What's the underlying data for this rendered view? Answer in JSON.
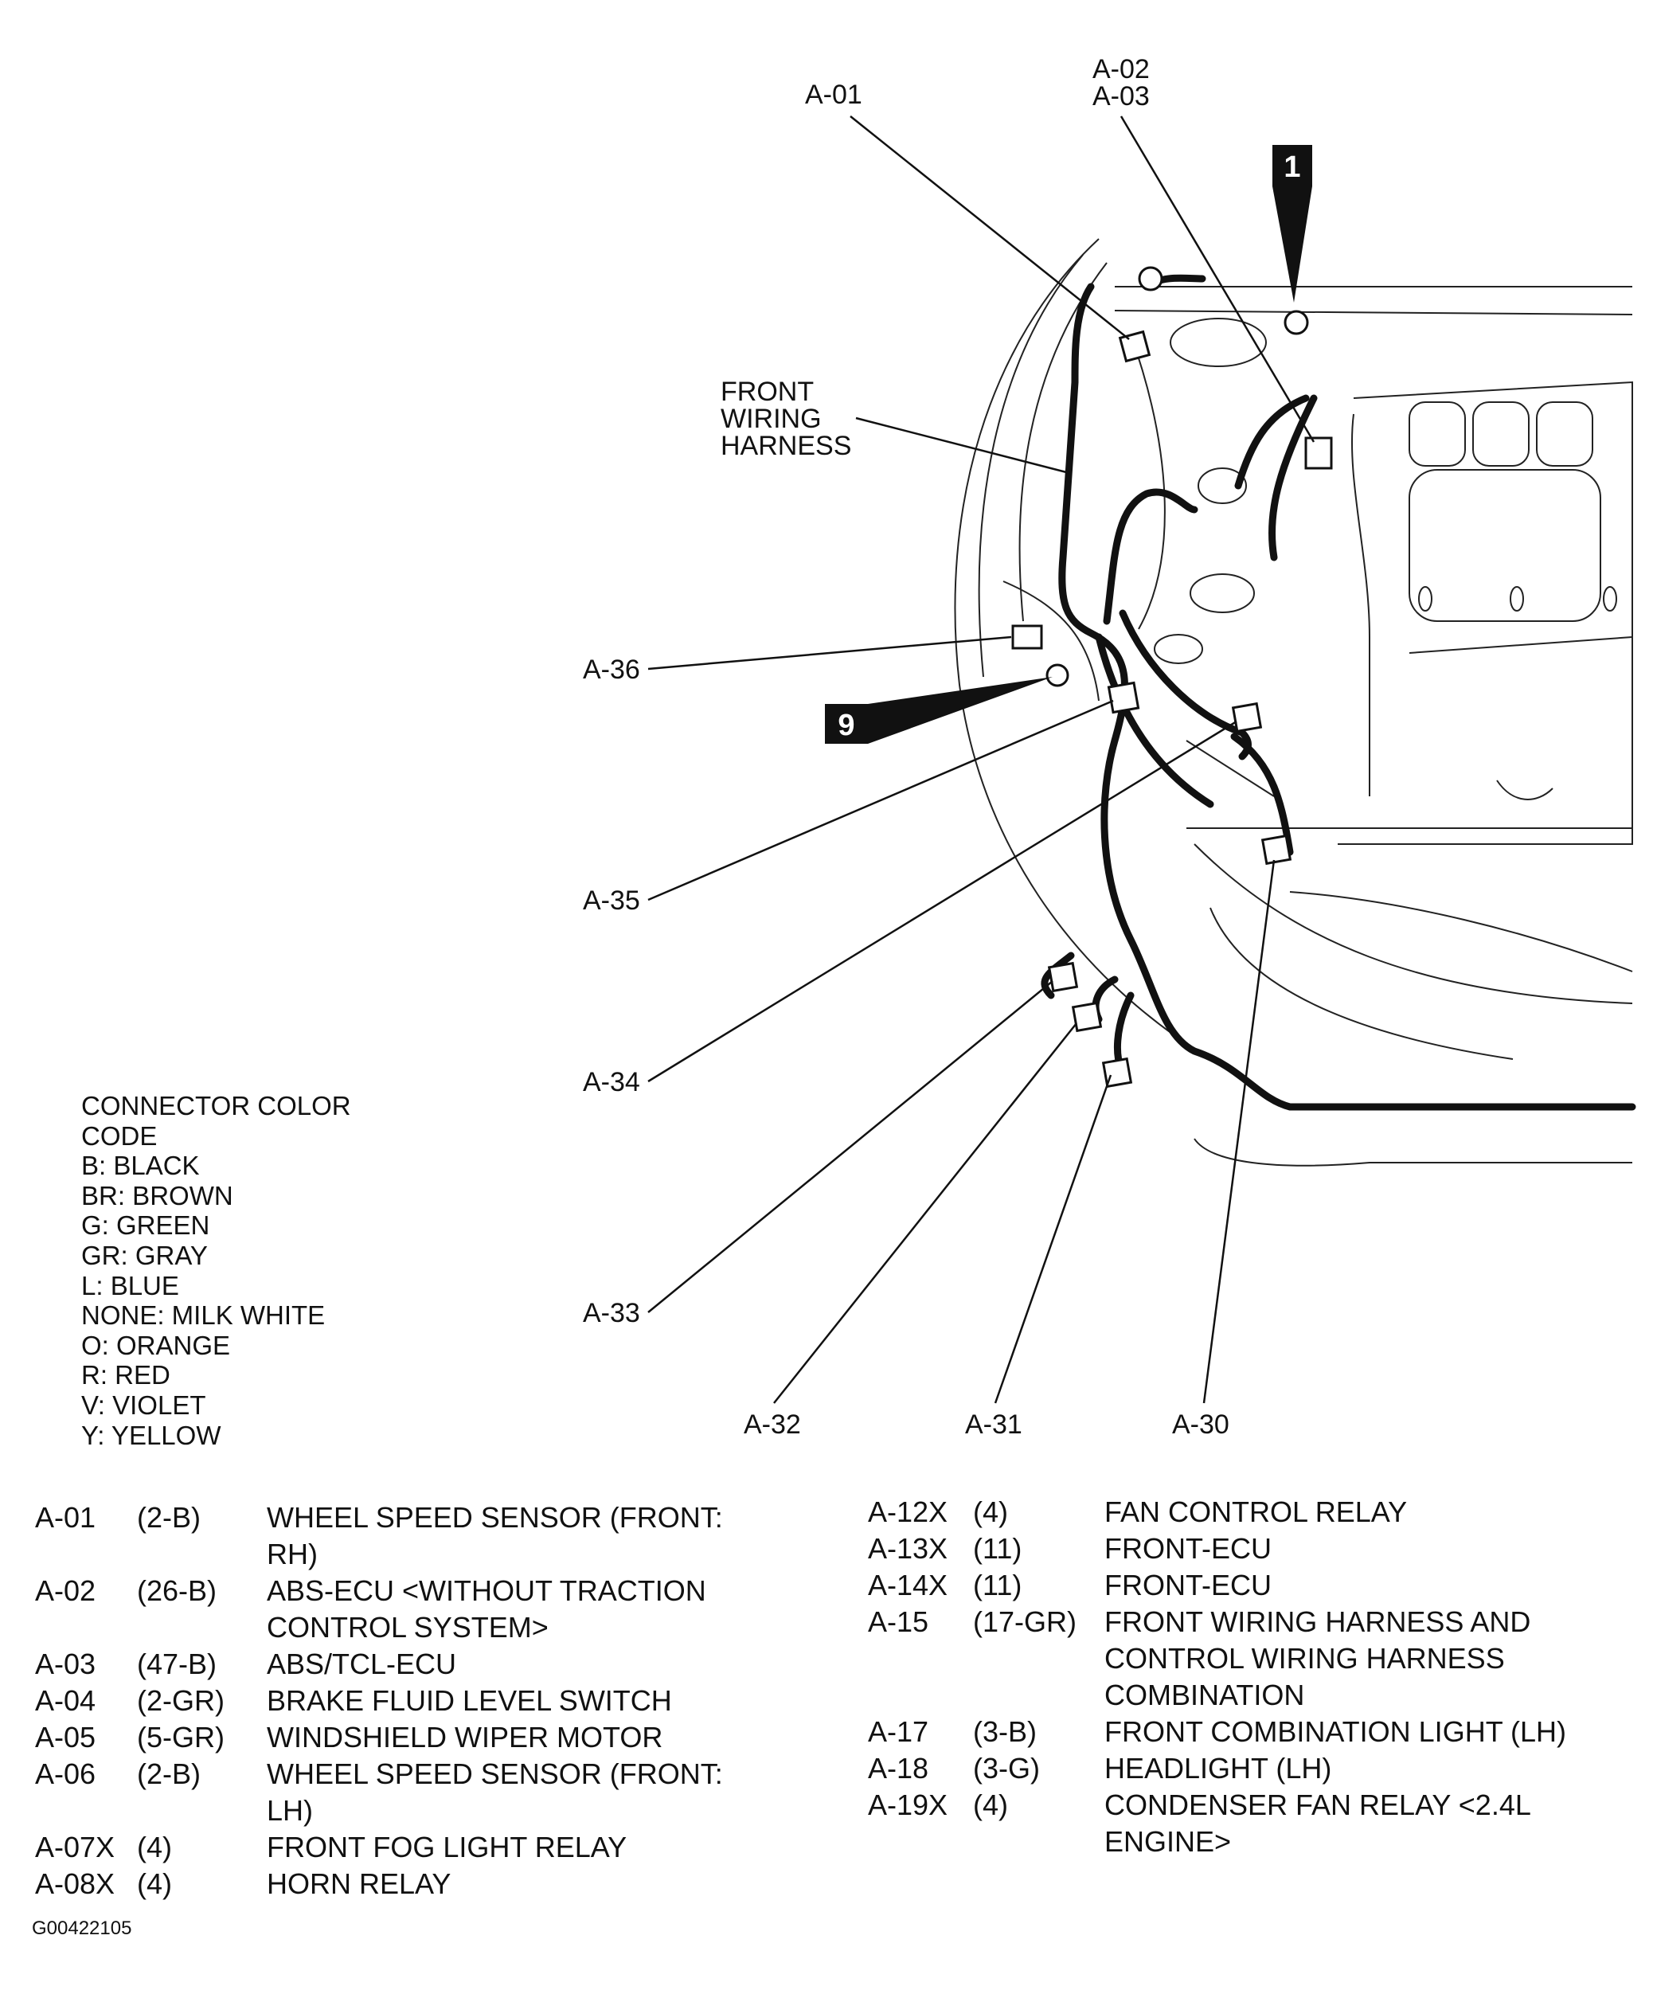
{
  "callouts": {
    "a01": "A-01",
    "a02": "A-02",
    "a03": "A-03",
    "a30": "A-30",
    "a31": "A-31",
    "a32": "A-32",
    "a33": "A-33",
    "a34": "A-34",
    "a35": "A-35",
    "a36": "A-36",
    "harness": [
      "FRONT",
      "WIRING",
      "HARNESS"
    ]
  },
  "badges": [
    "1",
    "9"
  ],
  "legend": {
    "title": [
      "CONNECTOR COLOR",
      "CODE"
    ],
    "items": [
      "B: BLACK",
      "BR: BROWN",
      "G: GREEN",
      "GR: GRAY",
      "L: BLUE",
      "NONE: MILK WHITE",
      "O: ORANGE",
      "R: RED",
      "V: VIOLET",
      "Y: YELLOW"
    ]
  },
  "connectors_left": [
    {
      "id": "A-01",
      "code": "(2-B)",
      "desc": "WHEEL SPEED SENSOR (FRONT: RH)"
    },
    {
      "id": "A-02",
      "code": "(26-B)",
      "desc": "ABS-ECU <WITHOUT TRACTION CONTROL SYSTEM>"
    },
    {
      "id": "A-03",
      "code": "(47-B)",
      "desc": "ABS/TCL-ECU"
    },
    {
      "id": "A-04",
      "code": "(2-GR)",
      "desc": "BRAKE FLUID LEVEL SWITCH"
    },
    {
      "id": "A-05",
      "code": "(5-GR)",
      "desc": "WINDSHIELD WIPER MOTOR"
    },
    {
      "id": "A-06",
      "code": "(2-B)",
      "desc": "WHEEL SPEED SENSOR (FRONT: LH)"
    },
    {
      "id": "A-07X",
      "code": "(4)",
      "desc": "FRONT FOG LIGHT RELAY"
    },
    {
      "id": "A-08X",
      "code": "(4)",
      "desc": "HORN RELAY"
    }
  ],
  "connectors_right": [
    {
      "id": "A-12X",
      "code": "(4)",
      "desc": "FAN CONTROL RELAY"
    },
    {
      "id": "A-13X",
      "code": "(11)",
      "desc": "FRONT-ECU"
    },
    {
      "id": "A-14X",
      "code": "(11)",
      "desc": "FRONT-ECU"
    },
    {
      "id": "A-15",
      "code": "(17-GR)",
      "desc": "FRONT WIRING HARNESS AND CONTROL WIRING HARNESS COMBINATION"
    },
    {
      "id": "A-17",
      "code": "(3-B)",
      "desc": "FRONT COMBINATION LIGHT (LH)"
    },
    {
      "id": "A-18",
      "code": "(3-G)",
      "desc": "HEADLIGHT (LH)"
    },
    {
      "id": "A-19X",
      "code": "(4)",
      "desc": "CONDENSER FAN RELAY <2.4L ENGINE>"
    }
  ],
  "figure_id": "G00422105"
}
